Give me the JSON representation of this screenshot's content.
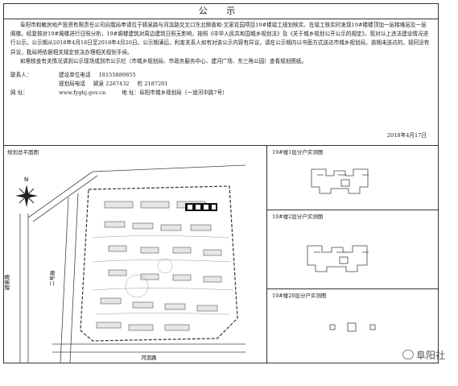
{
  "title": "公  示",
  "notice": {
    "paragraphs": [
      "阜阳市和敏房地产投资有限责任公司向我局申请位于颍泉路与河滨路交叉口东北侧香和·文家花园项目19#楼竣工规划核实，在竣工核实时发现19#楼楼顶加一层梯难层及一层阁楼。经复核对19#阁楼进行日照分析，19#阁楼建筑对周边建筑日照无影响，按照《中华人民共和国城乡规划法》及《关于城乡规划公开公示的规定》，现对以上违法建设情况进行公示。公示期从2018年4月18日至2018年4月26日。公示期满后，利害关系人如有对该公示内容有异议，请在公示期内以书面方式送达市城乡规划局，逾期未送达的，视同没有异议，我局将依据相关规定依法办理相关规划手续。",
      "如需核查有关情况请到公示现场或到市公示栏（市城乡规划局、市政务服务中心、建河广场、东三角公园）查看规划图纸。"
    ],
    "contacts": [
      {
        "label": "联系人：",
        "name": "建设单位电话",
        "phone": "18155889855",
        "extra": ""
      },
      {
        "label": "",
        "name": "规划局电话",
        "phone": "颍泉 2267432",
        "extra": "检 2187201"
      },
      {
        "label": "网  址：",
        "name": "www.fyghj.gov.cn",
        "phone": "",
        "extra": "地 址：阜阳市城乡规划局（一道河中路7号）"
      }
    ],
    "date": "2018年4月17日"
  },
  "site_panel": {
    "title": "规划总平面图",
    "compass_label": "N",
    "road_labels": [
      "颍泉路",
      "二号路",
      "河滨路"
    ]
  },
  "floor_panels": [
    {
      "caption": "19#楼1层分户实测图"
    },
    {
      "caption": "19#楼2层分户实测图"
    },
    {
      "caption": "19#楼28层分户实测图"
    }
  ],
  "watermark": {
    "text": "阜阳社"
  }
}
